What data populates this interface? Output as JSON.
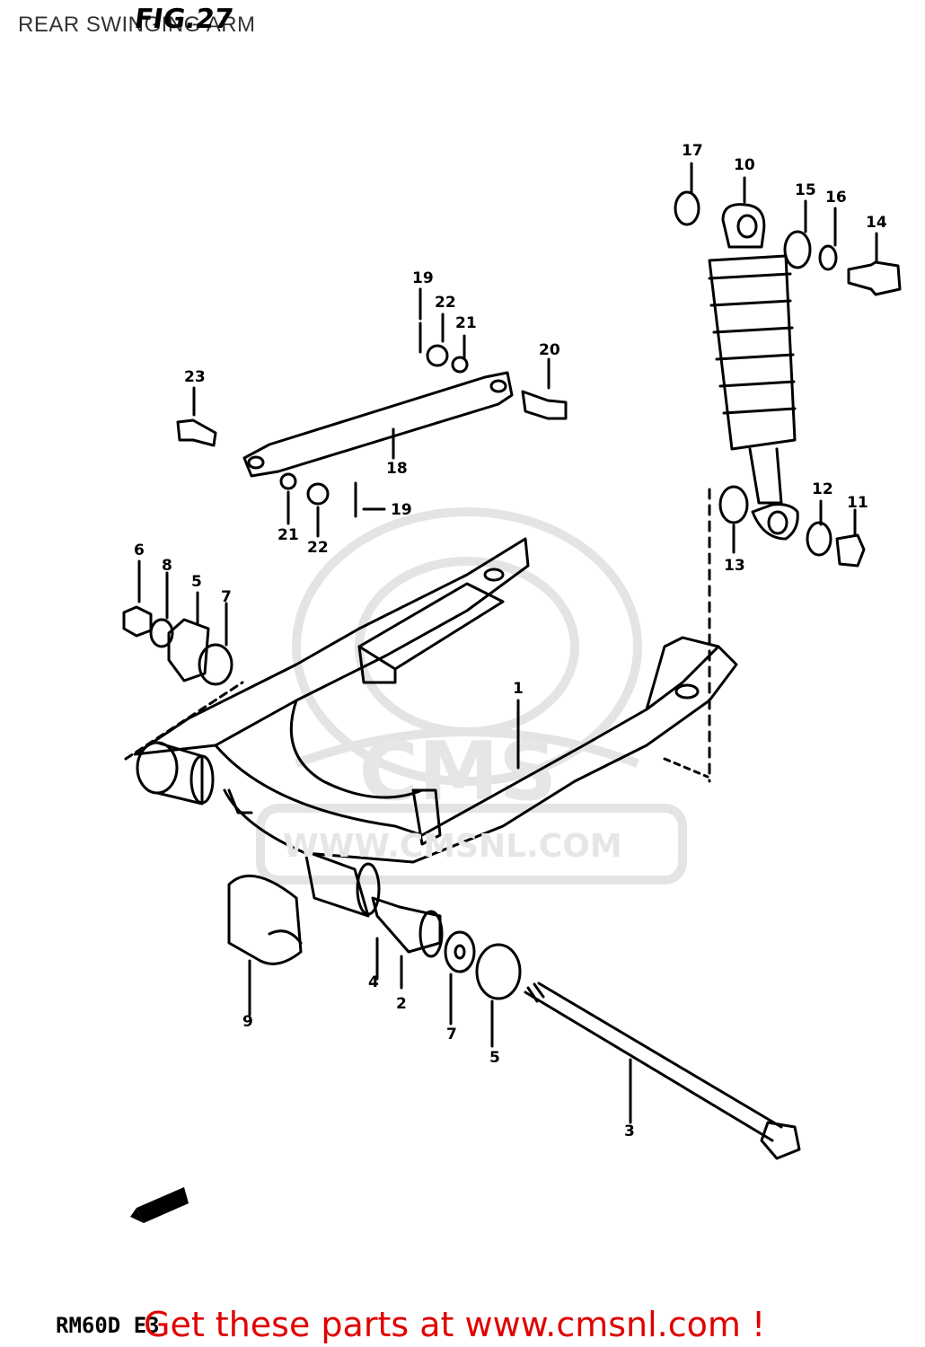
{
  "header": {
    "title": "REAR SWINGING ARM",
    "figure_label": "FIG.27"
  },
  "watermark": {
    "logo": "CMS",
    "url": "WWW.CMSNL.COM"
  },
  "footer": {
    "model_code": "RM60D E3",
    "promo_text": "Get these parts at www.cmsnl.com !",
    "promo_color": "#e00000"
  },
  "callouts": [
    "1",
    "2",
    "3",
    "4",
    "5",
    "5",
    "6",
    "7",
    "7",
    "8",
    "9",
    "10",
    "11",
    "12",
    "13",
    "14",
    "15",
    "16",
    "17",
    "18",
    "19",
    "19",
    "20",
    "21",
    "21",
    "22",
    "22",
    "23"
  ],
  "icons": {
    "fwd_arrow": "fwd-arrow-icon"
  }
}
